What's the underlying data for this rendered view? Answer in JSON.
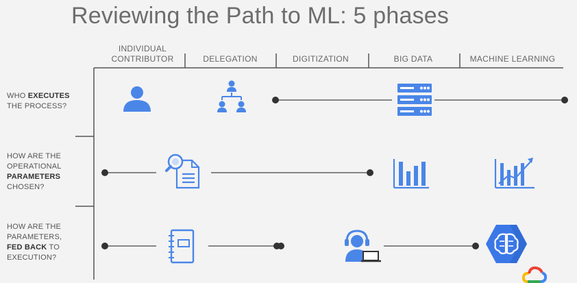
{
  "title": "Reviewing the Path to ML: 5 phases",
  "phases": [
    {
      "line1": "INDIVIDUAL",
      "line2": "CONTRIBUTOR"
    },
    {
      "line1": "DELEGATION",
      "line2": ""
    },
    {
      "line1": "DIGITIZATION",
      "line2": ""
    },
    {
      "line1": "BIG DATA",
      "line2": ""
    },
    {
      "line1": "MACHINE LEARNING",
      "line2": ""
    }
  ],
  "rows": [
    {
      "lines": [
        [
          "WHO ",
          "EXECUTES"
        ],
        [
          "THE PROCESS?",
          ""
        ]
      ]
    },
    {
      "lines": [
        [
          "HOW ARE THE",
          ""
        ],
        [
          "OPERATIONAL",
          ""
        ],
        [
          "",
          "PARAMETERS"
        ],
        [
          "CHOSEN?",
          ""
        ]
      ]
    },
    {
      "lines": [
        [
          "HOW ARE THE",
          ""
        ],
        [
          "PARAMETERS,",
          ""
        ],
        [
          "",
          "FED BACK"
        ],
        [
          " TO",
          ""
        ],
        [
          "EXECUTION?",
          ""
        ]
      ]
    }
  ],
  "icons": {
    "row1": [
      "person-icon",
      "org-chart-icon",
      "server-icon"
    ],
    "row2": [
      "search-document-icon",
      "bar-chart-icon",
      "trend-chart-icon"
    ],
    "row3": [
      "notebook-icon",
      "support-agent-icon",
      "ml-brain-icon"
    ],
    "logo": "google-cloud-logo-icon"
  },
  "colors": {
    "icon_blue": "#4a86e8",
    "line_dark": "#444444",
    "dot": "#333333",
    "ml_hex": "#3b78e7",
    "grid": "#555555"
  }
}
